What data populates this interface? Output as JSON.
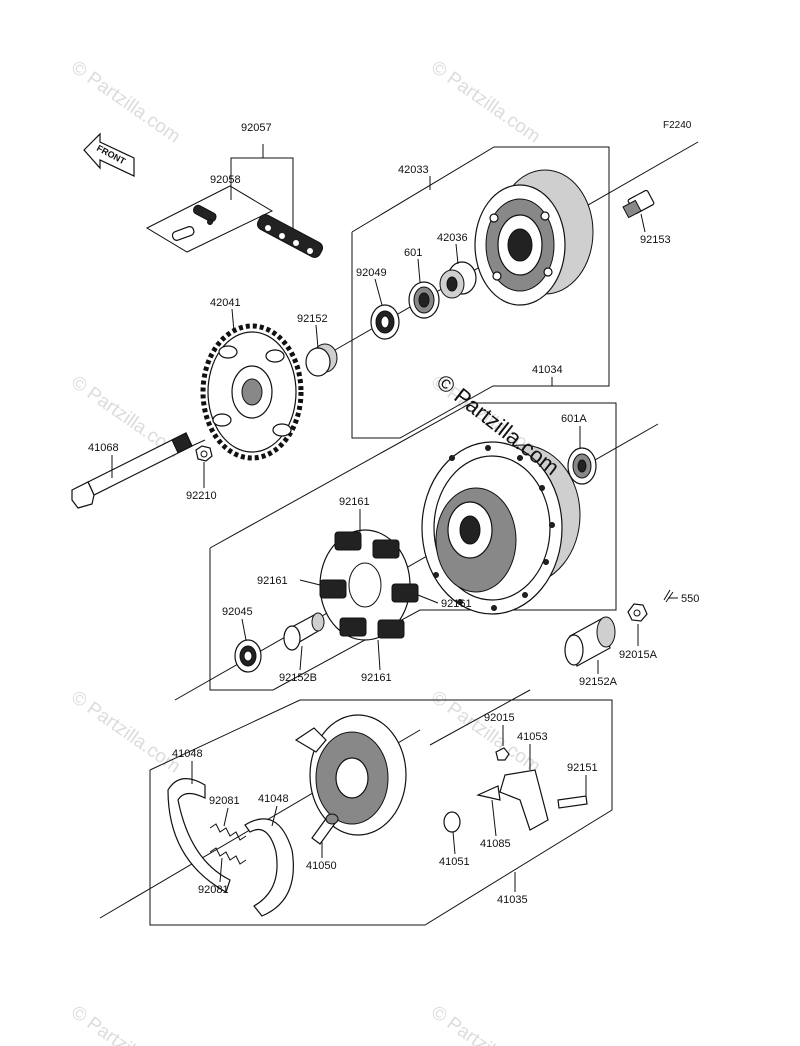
{
  "figure_code": "F2240",
  "front_label": "FRONT",
  "brand": "© Partzilla.com",
  "watermark": "© Partzilla.com",
  "colors": {
    "line": "#111111",
    "watermark": "#dcdcdc",
    "background": "#ffffff"
  },
  "parts": [
    "92057",
    "92058",
    "42033",
    "42036",
    "601",
    "92049",
    "92152",
    "92153",
    "42041",
    "41068",
    "92210",
    "41034",
    "601A",
    "92161",
    "92161",
    "92161",
    "92161",
    "92045",
    "92152B",
    "550",
    "92015A",
    "92152A",
    "92015",
    "41053",
    "92151",
    "41048",
    "41048",
    "92081",
    "92081",
    "41050",
    "41051",
    "41085",
    "41035"
  ]
}
